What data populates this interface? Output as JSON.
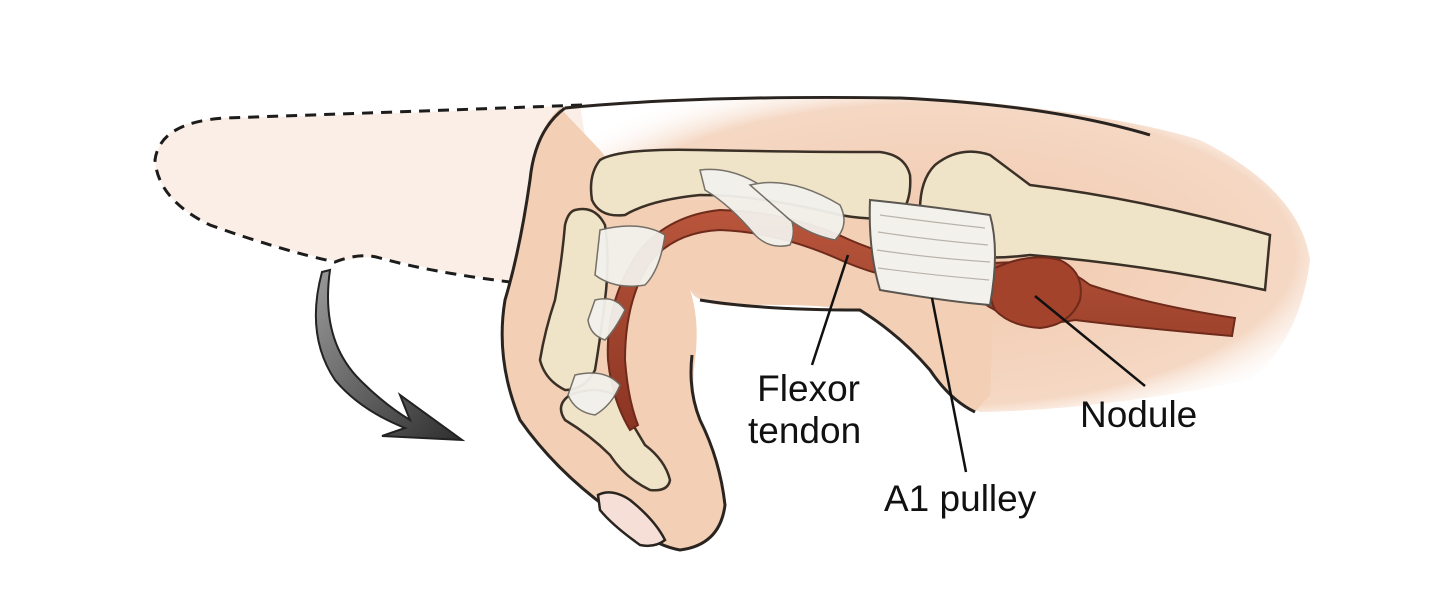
{
  "labels": {
    "flexor_tendon_line1": "Flexor",
    "flexor_tendon_line2": "tendon",
    "a1_pulley": "A1 pulley",
    "nodule": "Nodule"
  },
  "colors": {
    "skin": "#f2cfb5",
    "skin_shadow": "#e5b597",
    "ghost_finger": "#fbeee6",
    "bone": "#efe3c8",
    "bone_outline": "#3a3026",
    "tendon": "#a8452f",
    "tendon_dark": "#7e2f1f",
    "pulley": "#f3f1ec",
    "arrow": "#444444",
    "outline": "#2a2420"
  }
}
